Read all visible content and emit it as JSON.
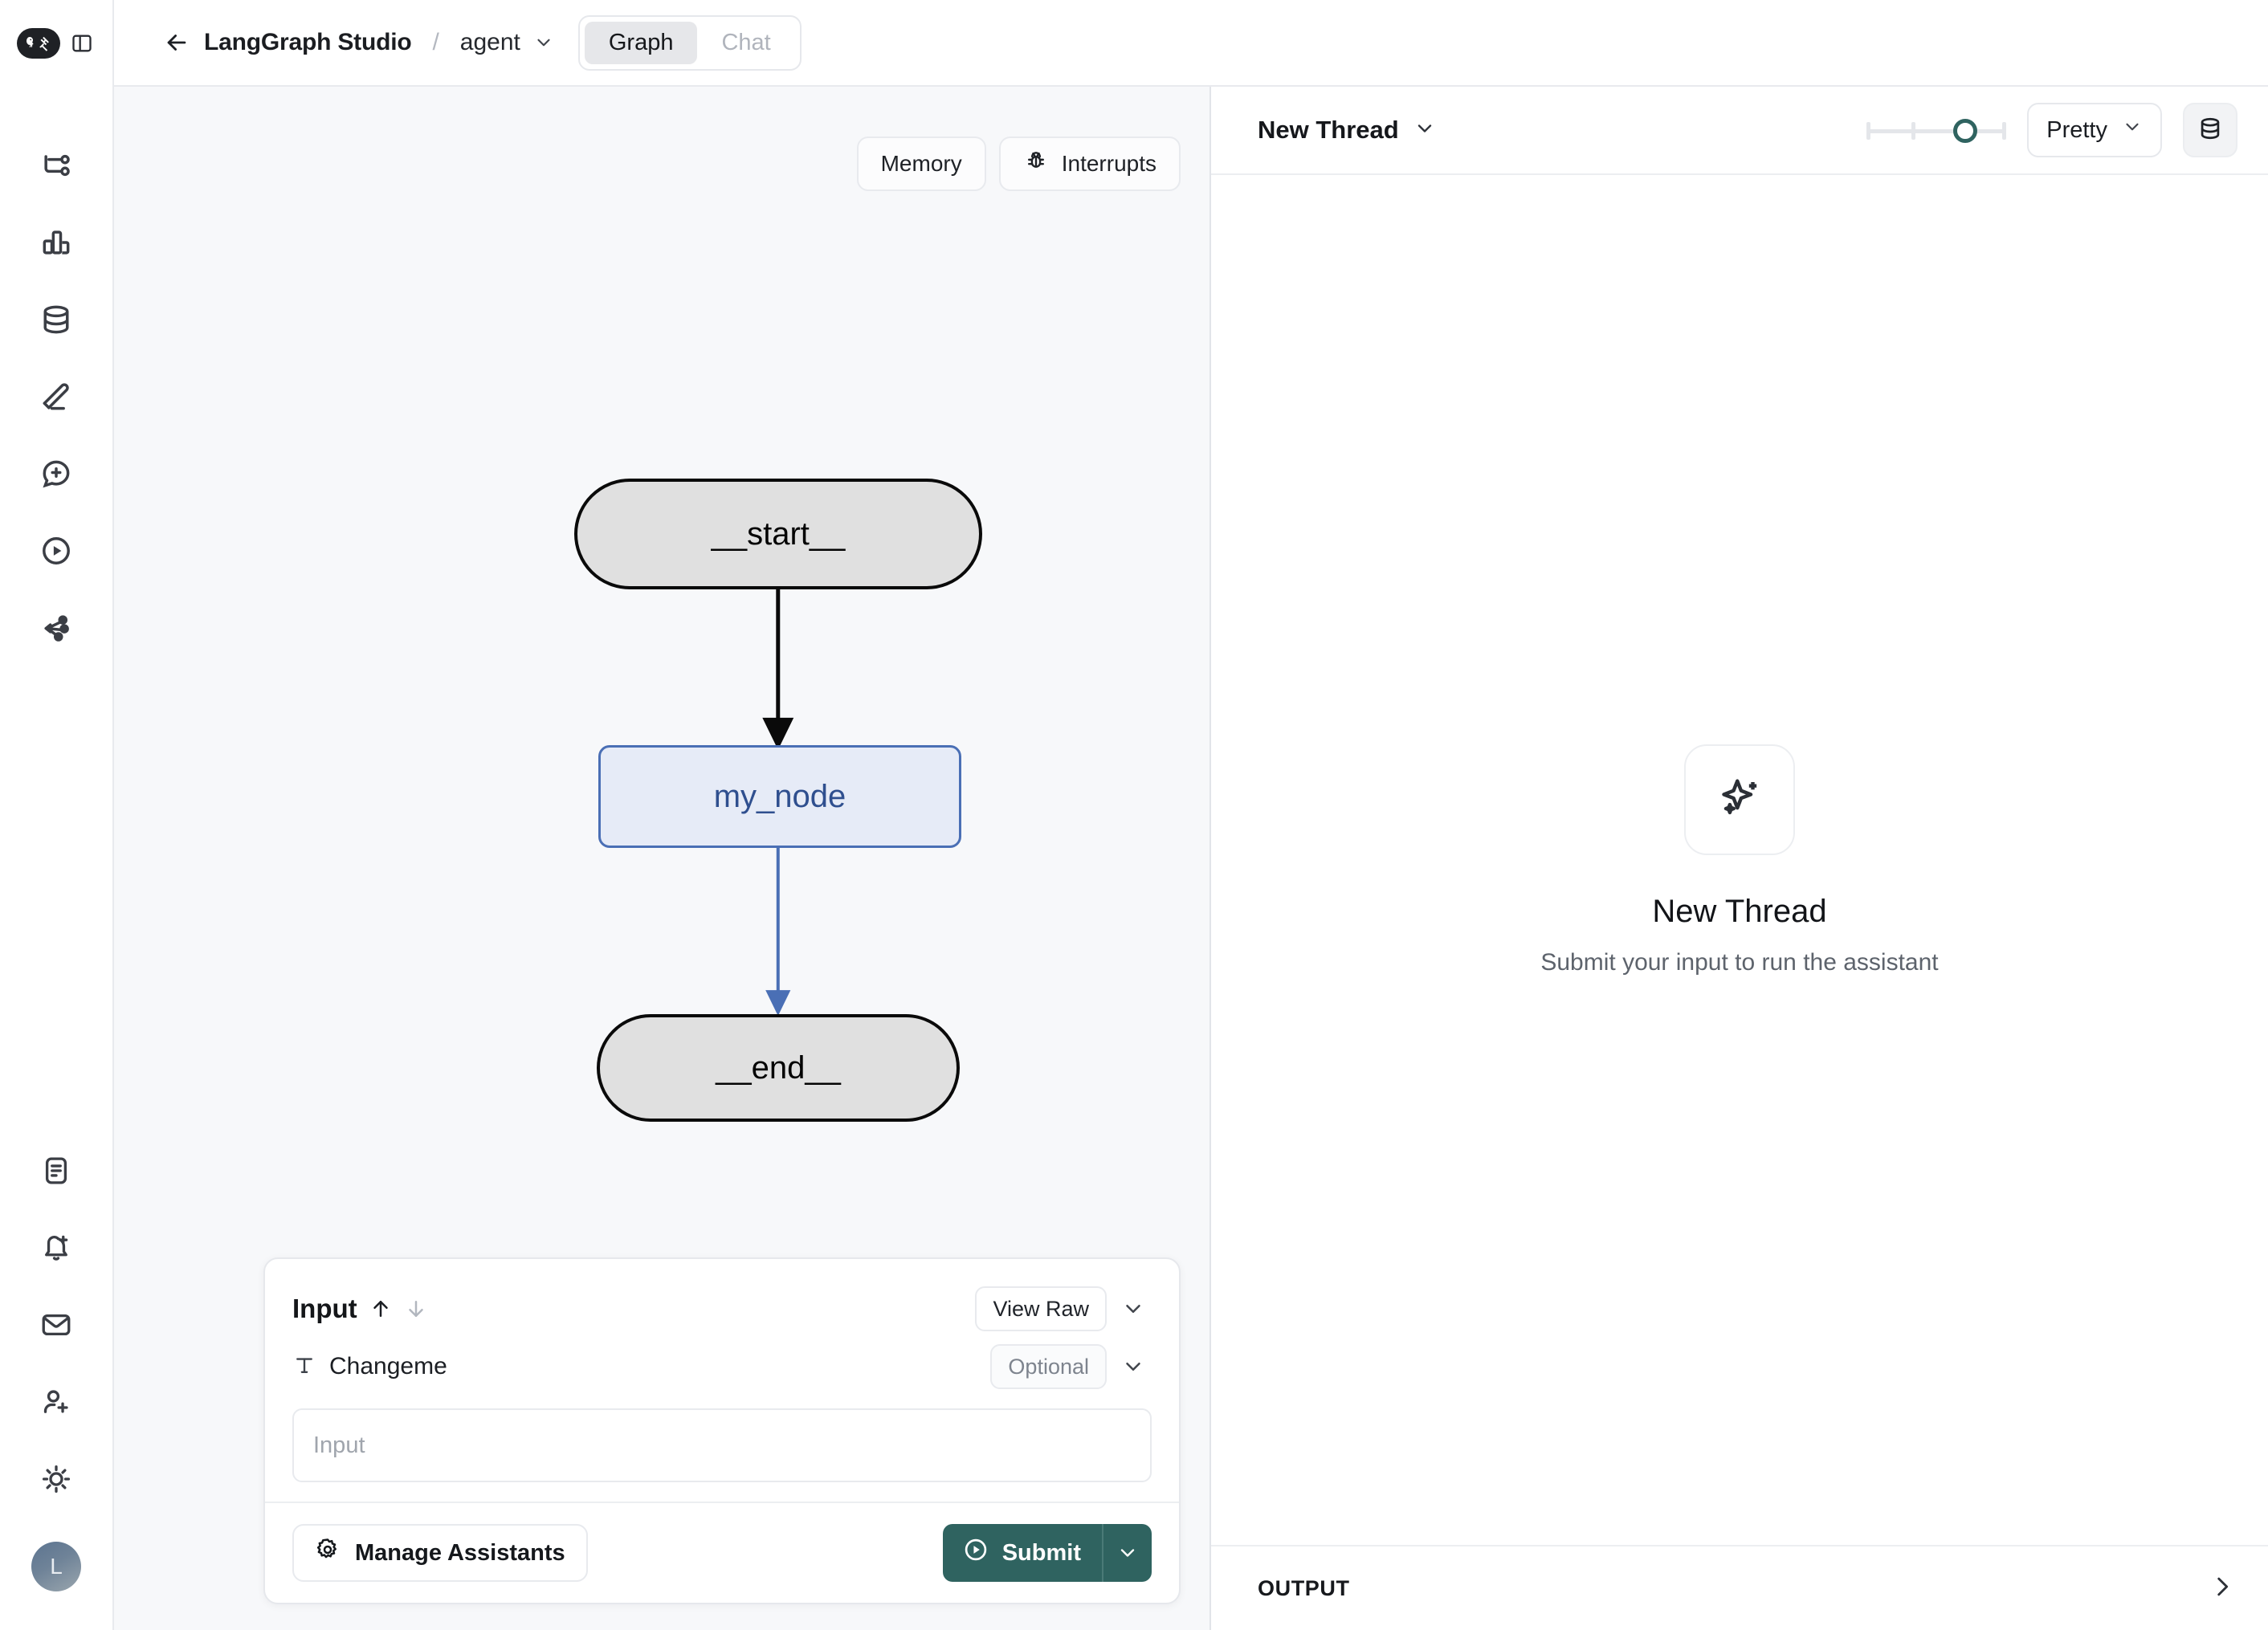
{
  "app": {
    "logo_icon": "langchain-parrot-tools-logo",
    "panel_toggle_icon": "panel-left-toggle-icon"
  },
  "topbar": {
    "back_icon": "arrow-left-icon",
    "brand": "LangGraph Studio",
    "separator": "/",
    "assistant": "agent",
    "assistant_caret_icon": "chevron-down-icon",
    "tabs": [
      {
        "label": "Graph",
        "active": true
      },
      {
        "label": "Chat",
        "active": false
      }
    ]
  },
  "sidebar": {
    "top_items": [
      {
        "name": "graph-tree",
        "icon": "git-branch-icon"
      },
      {
        "name": "analytics",
        "icon": "bar-chart-icon"
      },
      {
        "name": "datasets",
        "icon": "database-icon"
      },
      {
        "name": "annotate",
        "icon": "pencil-icon"
      },
      {
        "name": "new-chat",
        "icon": "message-plus-icon"
      },
      {
        "name": "playground",
        "icon": "play-circle-icon"
      },
      {
        "name": "deployments",
        "icon": "network-share-icon"
      }
    ],
    "bottom_items": [
      {
        "name": "docs",
        "icon": "file-text-icon"
      },
      {
        "name": "alerts",
        "icon": "bell-plus-icon"
      },
      {
        "name": "inbox",
        "icon": "mail-icon"
      },
      {
        "name": "invite",
        "icon": "user-plus-icon"
      },
      {
        "name": "theme",
        "icon": "sun-icon"
      }
    ],
    "avatar_initial": "L"
  },
  "graph": {
    "toolbar": [
      {
        "label": "Memory",
        "icon": null
      },
      {
        "label": "Interrupts",
        "icon": "bug-icon"
      }
    ],
    "nodes": [
      {
        "id": "start",
        "label": "__start__",
        "kind": "terminal"
      },
      {
        "id": "my_node",
        "label": "my_node",
        "kind": "regular"
      },
      {
        "id": "end",
        "label": "__end__",
        "kind": "terminal"
      }
    ],
    "edges": [
      {
        "from": "start",
        "to": "my_node",
        "color": "#0a0a0a"
      },
      {
        "from": "my_node",
        "to": "end",
        "color": "#4a6fb5"
      }
    ],
    "colors": {
      "canvas_bg": "#f7f8fa",
      "terminal_fill": "#e0e0e0",
      "terminal_border": "#0a0a0a",
      "node_fill": "#e6ebf7",
      "node_border": "#4a6fb5",
      "node_text": "#2f4f8f"
    }
  },
  "input_panel": {
    "title": "Input",
    "sort_up_icon": "arrow-up-icon",
    "sort_down_icon": "arrow-down-icon",
    "view_raw_label": "View Raw",
    "collapse_icon": "chevron-down-icon",
    "field": {
      "type_icon": "text-type-icon",
      "label": "Changeme",
      "badge": "Optional",
      "badge_caret_icon": "chevron-down-icon",
      "value": "",
      "placeholder": "Input"
    },
    "manage_label": "Manage Assistants",
    "manage_icon": "gear-icon",
    "submit_label": "Submit",
    "submit_icon": "play-circle-icon",
    "submit_caret_icon": "chevron-down-icon",
    "submit_color": "#2f6360"
  },
  "thread": {
    "title": "New Thread",
    "title_caret_icon": "chevron-down-icon",
    "slider": {
      "ticks": 4,
      "value_position_pct": 64,
      "accent": "#2f6360"
    },
    "format_select": "Pretty",
    "format_caret_icon": "chevron-down-icon",
    "db_icon": "database-icon",
    "empty_state": {
      "icon": "sparkles-icon",
      "title": "New Thread",
      "subtitle": "Submit your input to run the assistant"
    },
    "output_label": "OUTPUT",
    "output_expand_icon": "chevron-right-icon"
  }
}
